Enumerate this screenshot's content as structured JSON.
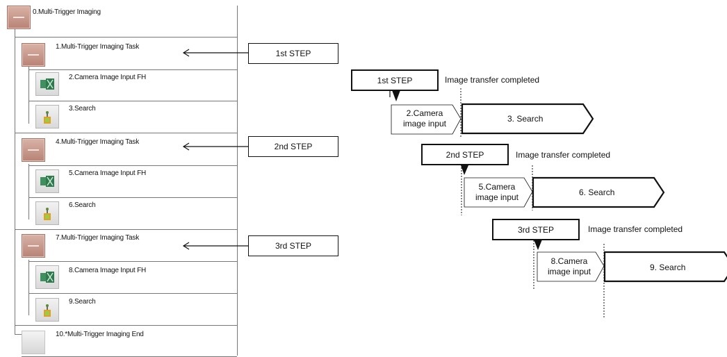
{
  "flow": {
    "rows": [
      {
        "label": "0.Multi-Trigger Imaging",
        "icon": "task-icon"
      },
      {
        "label": "1.Multi-Trigger Imaging Task",
        "icon": "task-icon"
      },
      {
        "label": "2.Camera Image Input FH",
        "icon": "camera-input-icon"
      },
      {
        "label": "3.Search",
        "icon": "search-icon"
      },
      {
        "label": "4.Multi-Trigger Imaging Task",
        "icon": "task-icon"
      },
      {
        "label": "5.Camera Image Input FH",
        "icon": "camera-input-icon"
      },
      {
        "label": "6.Search",
        "icon": "search-icon"
      },
      {
        "label": "7.Multi-Trigger Imaging Task",
        "icon": "task-icon"
      },
      {
        "label": "8.Camera Image Input FH",
        "icon": "camera-input-icon"
      },
      {
        "label": "9.Search",
        "icon": "search-icon"
      },
      {
        "label": "10.*Multi-Trigger Imaging End",
        "icon": "end-icon"
      }
    ]
  },
  "step_callouts": [
    "1st STEP",
    "2nd STEP",
    "3rd STEP"
  ],
  "timeline": [
    {
      "step": "1st STEP",
      "transfer": "Image transfer completed",
      "input_line1": "2.Camera",
      "input_line2": "image input",
      "search": "3. Search"
    },
    {
      "step": "2nd STEP",
      "transfer": "Image transfer completed",
      "input_line1": "5.Camera",
      "input_line2": "image input",
      "search": "6. Search"
    },
    {
      "step": "3rd STEP",
      "transfer": "Image transfer completed",
      "input_line1": "8.Camera",
      "input_line2": "image input",
      "search": "9. Search"
    }
  ],
  "colors": {
    "task_icon": "#c49a8e",
    "line": "#111111",
    "panel_border": "#9a9a9a"
  }
}
